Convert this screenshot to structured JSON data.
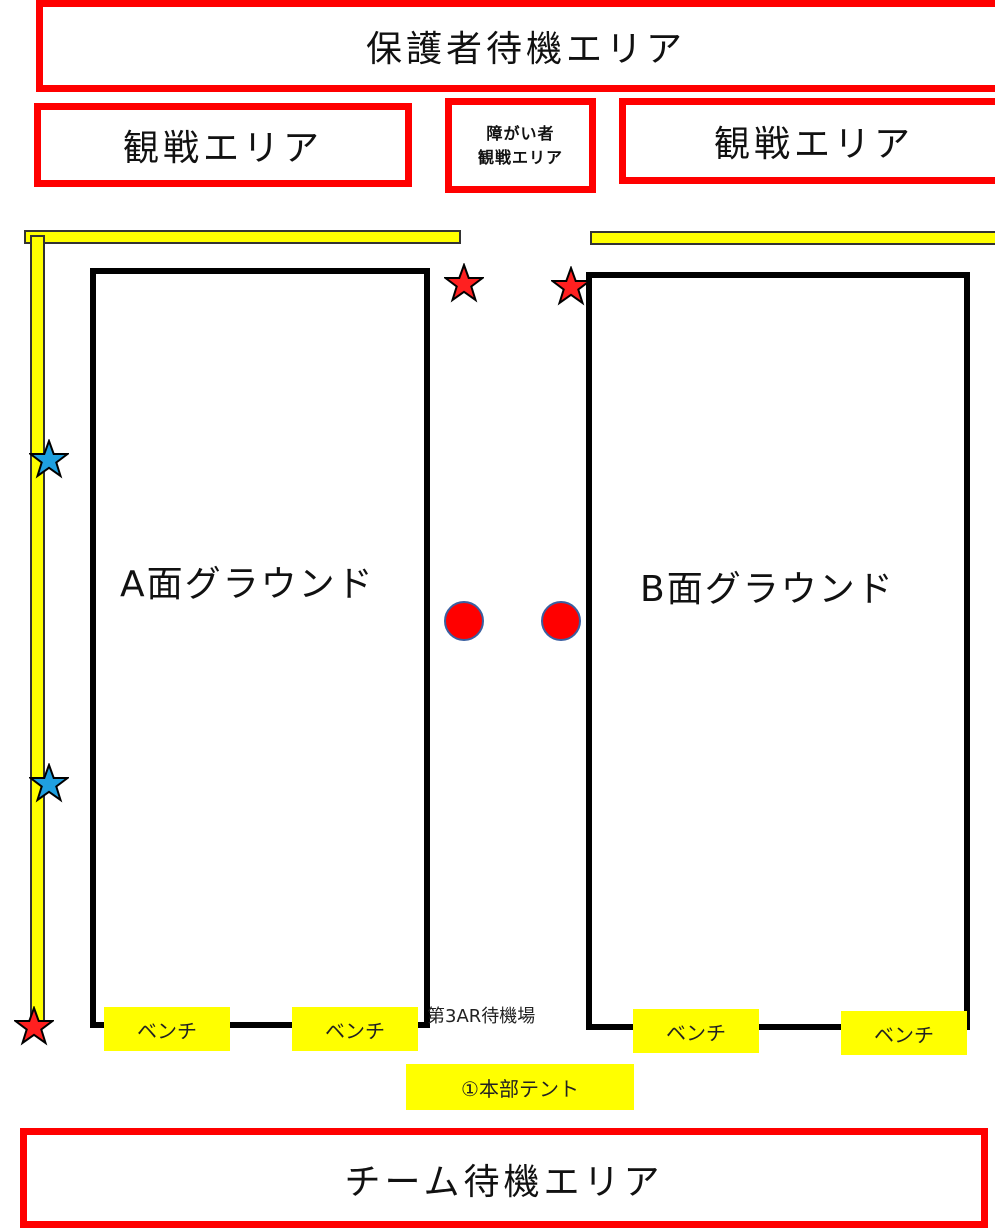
{
  "areas": {
    "guardian_waiting": "保護者待機エリア",
    "spectator_left": "観戦エリア",
    "accessible_line1": "障がい者",
    "accessible_line2": "観戦エリア",
    "spectator_right": "観戦エリア",
    "team_waiting": "チーム待機エリア"
  },
  "fields": {
    "a_label": "A面グラウンド",
    "b_label": "B面グラウンド"
  },
  "benches": [
    "ベンチ",
    "ベンチ",
    "ベンチ",
    "ベンチ"
  ],
  "ar_waiting": "第3AR待機場",
  "hq_tent": "①本部テント",
  "colors": {
    "area_border": "#ff0000",
    "fence": "#ffff00",
    "bench": "#ffff00",
    "star_red": "#ff2020",
    "star_blue": "#1fa0e0",
    "ball": "#ff0000"
  },
  "markers": {
    "red_stars": 3,
    "blue_stars": 2,
    "balls": 2
  }
}
